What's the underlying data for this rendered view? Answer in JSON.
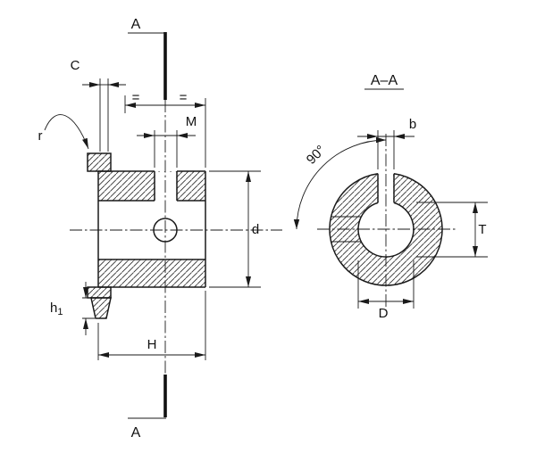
{
  "drawing": {
    "type": "technical-drawing-sprocket-hub",
    "colors": {
      "line": "#1a1a1a",
      "background": "#ffffff"
    },
    "section_title": "A–A",
    "labels": {
      "section_top": "A",
      "section_bottom": "A",
      "c": "C",
      "r": "r",
      "m": "M",
      "eq_left": "=",
      "eq_right": "=",
      "pitch_diameter": "d",
      "h1_main": "h",
      "h1_sub": "1",
      "hub_length": "H",
      "keyway_width": "b",
      "angle": "90°",
      "keyway_depth": "T",
      "bore_diameter": "D"
    }
  }
}
